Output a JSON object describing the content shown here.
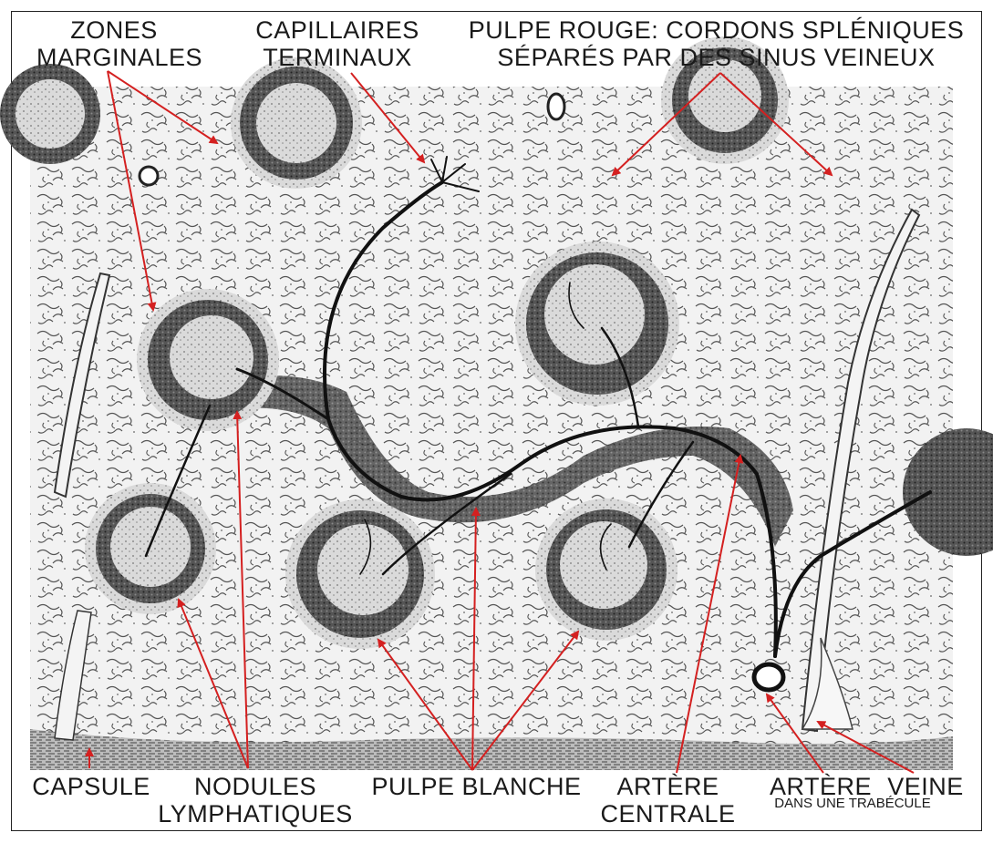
{
  "labels": {
    "zones_marginales": [
      "ZONES",
      "MARGINALES"
    ],
    "capillaires_terminaux": [
      "CAPILLAIRES",
      "TERMINAUX"
    ],
    "pulpe_rouge": [
      "PULPE ROUGE: CORDONS SPLÉNIQUES",
      "SÉPARÉS PAR DES SINUS VEINEUX"
    ],
    "capsule": "CAPSULE",
    "nodules_lymphatiques": [
      "NODULES",
      "LYMPHATIQUES"
    ],
    "pulpe_blanche": "PULPE BLANCHE",
    "artere_centrale": [
      "ARTÈRE",
      "CENTRALE"
    ],
    "artere": "ARTÈRE",
    "veine": "VEINE",
    "dans_une_trabecule": "DANS UNE TRABÉCULE"
  },
  "colors": {
    "arrow": "#d42020",
    "tissue_bg": "#e9e9e9",
    "nodule_dark": "#4a4a4a",
    "nodule_light": "#cfcfcf"
  }
}
